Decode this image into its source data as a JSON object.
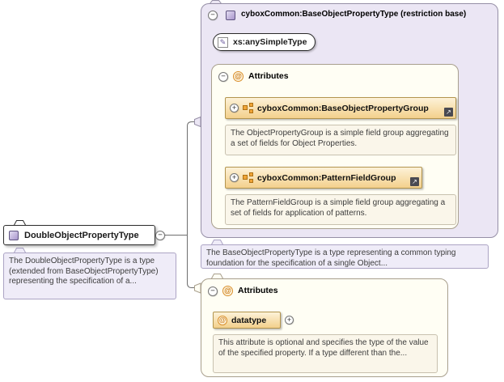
{
  "element": {
    "label": "DoubleObjectPropertyType",
    "doc": "The DoubleObjectPropertyType is a type (extended from BaseObjectPropertyType) representing the specification of a..."
  },
  "base_type": {
    "title": "cyboxCommon:BaseObjectPropertyType (restriction base)",
    "simple_type_label": "xs:anySimpleType",
    "attributes_header": "Attributes",
    "groups": [
      {
        "label": "cyboxCommon:BaseObjectPropertyGroup",
        "doc": "The ObjectPropertyGroup is a simple field group aggregating a set of fields for Object Properties."
      },
      {
        "label": "cyboxCommon:PatternFieldGroup",
        "doc": "The PatternFieldGroup is a simple field group aggregating a set of fields for application of patterns."
      }
    ],
    "doc": "The BaseObjectPropertyType is a type representing a common typing foundation for the specification of a single Object..."
  },
  "attributes": {
    "header": "Attributes",
    "items": [
      {
        "name": "datatype",
        "doc": "This attribute is optional and specifies the type of the value of the specified property. If a type different than the..."
      }
    ]
  },
  "icons": {
    "collapse": "−",
    "expand": "+",
    "at": "@",
    "link_arrow": "↗",
    "pencil": "✎"
  }
}
